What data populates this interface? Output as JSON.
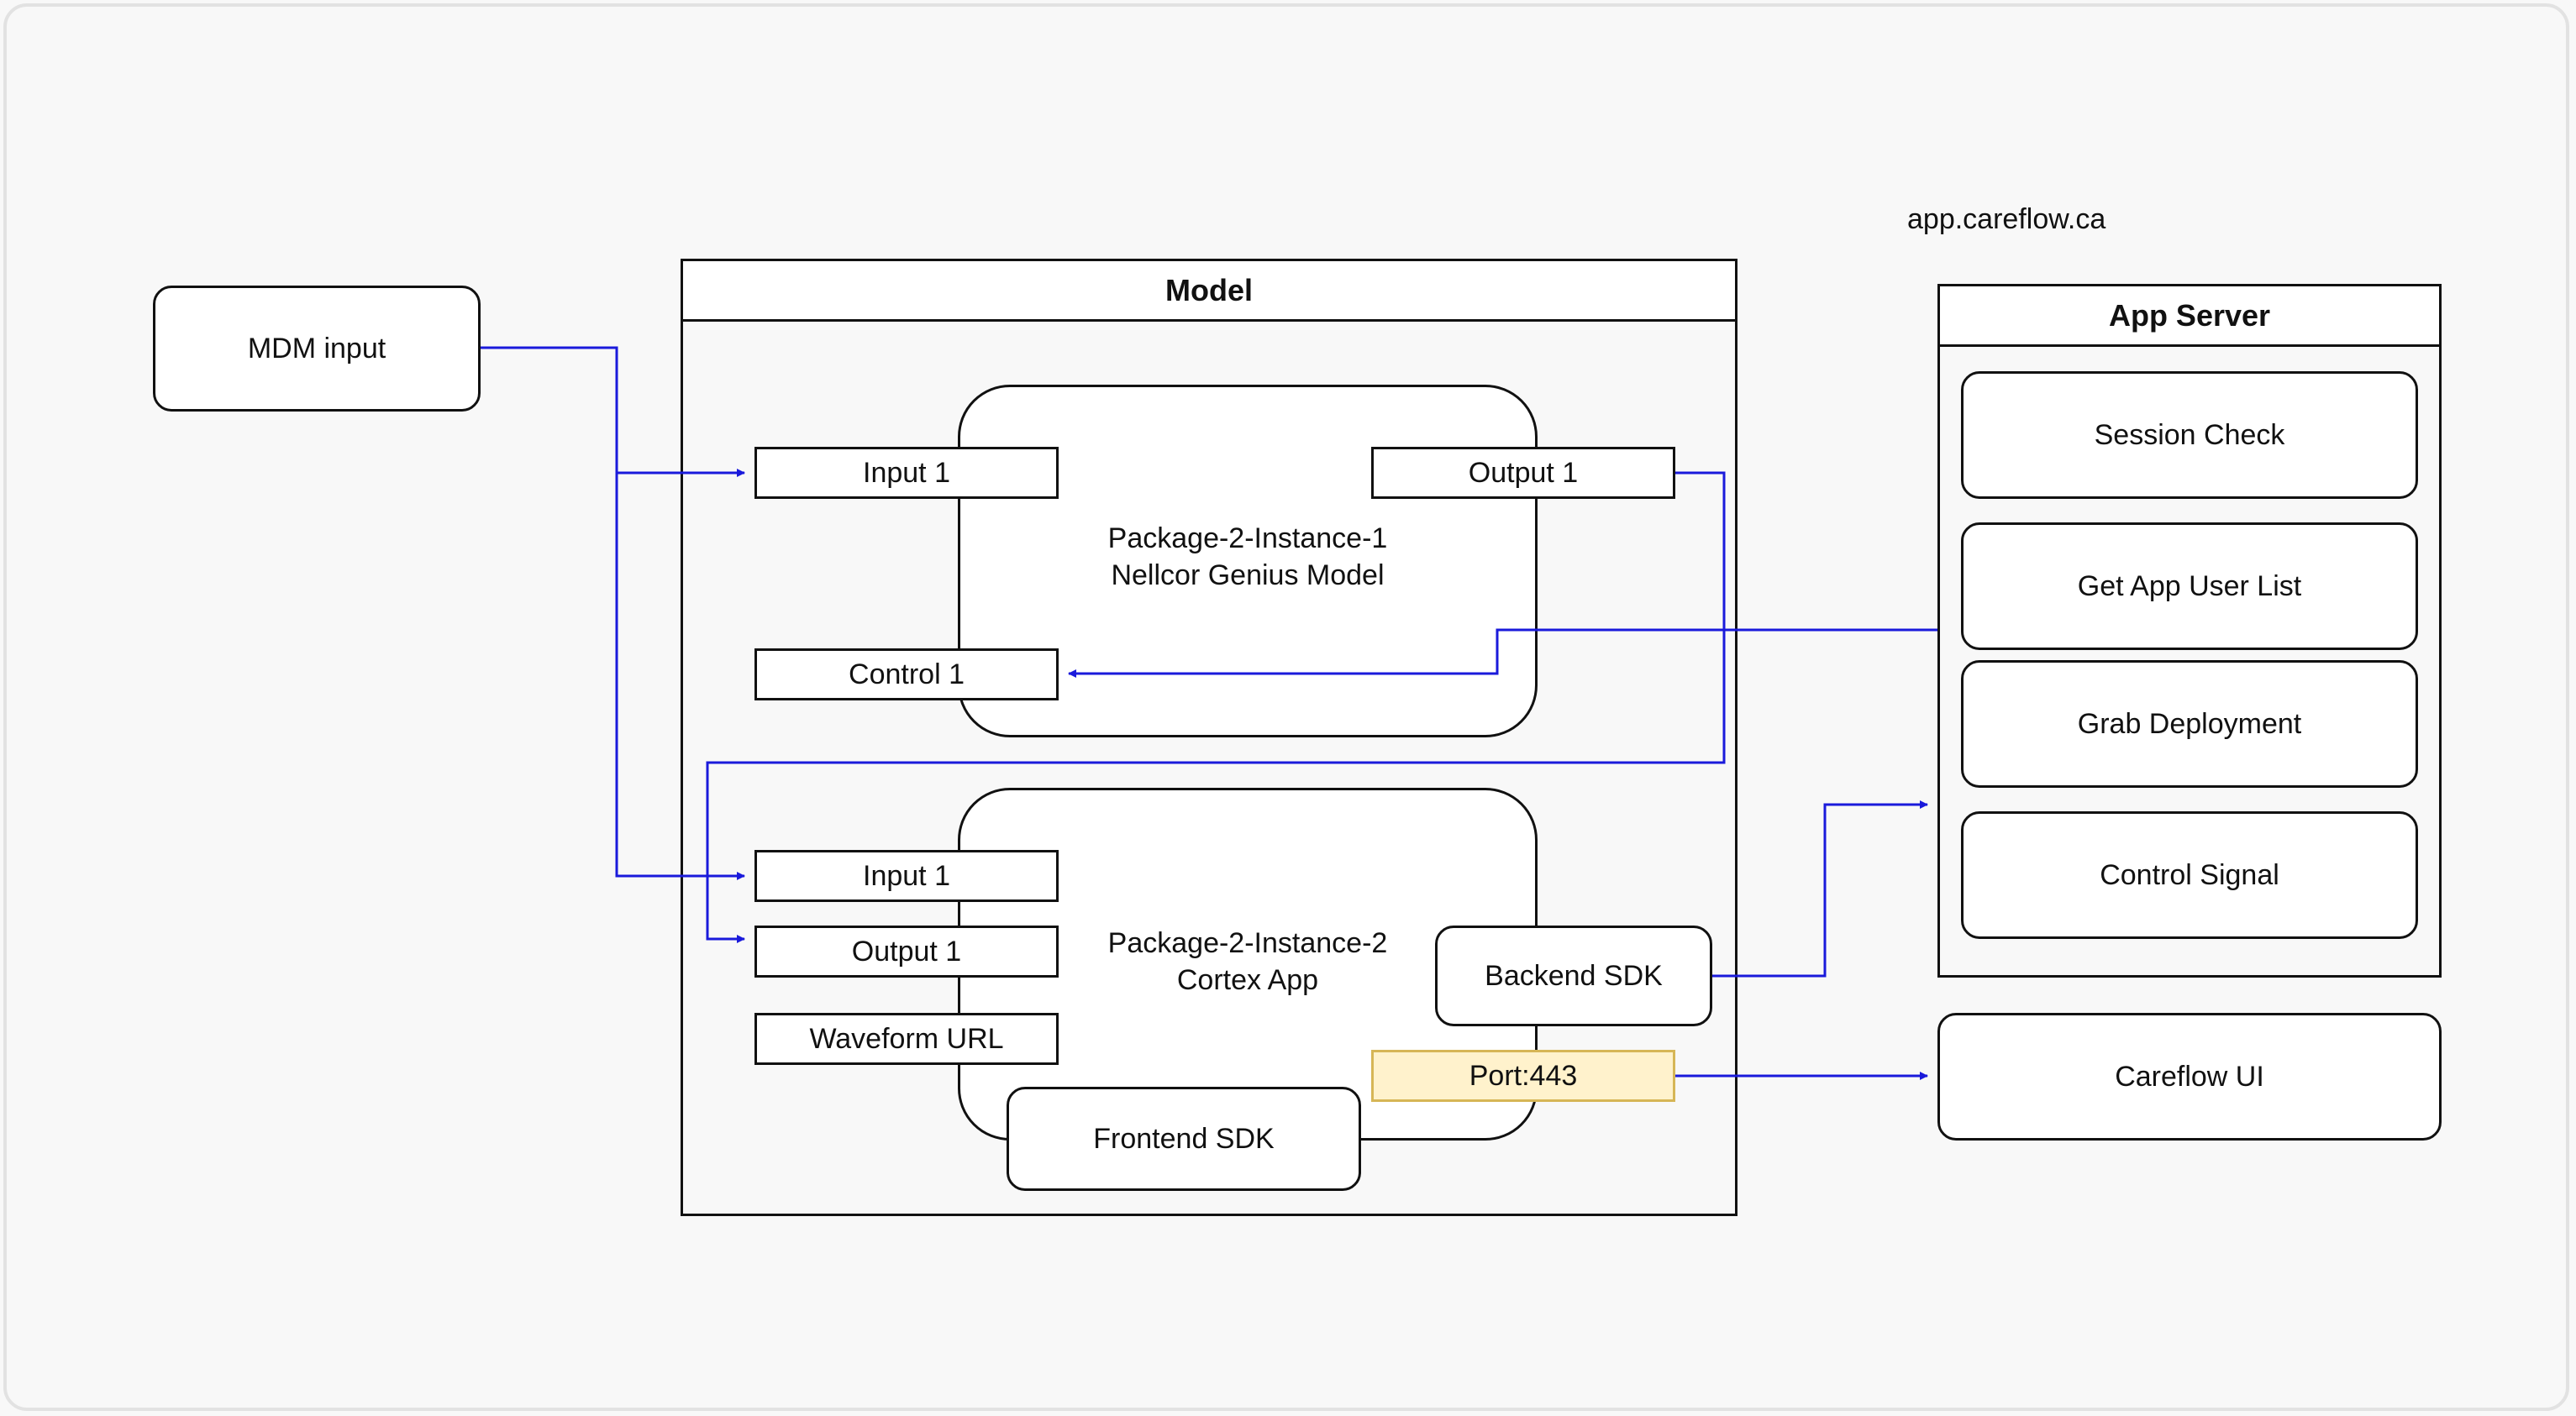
{
  "diagram": {
    "domain_label": "app.careflow.ca",
    "mdm_input": "MDM input",
    "model": {
      "title": "Model",
      "package1": {
        "line1": "Package-2-Instance-1",
        "line2": "Nellcor Genius Model",
        "input": "Input 1",
        "output": "Output 1",
        "control": "Control 1"
      },
      "package2": {
        "line1": "Package-2-Instance-2",
        "line2": "Cortex App",
        "input": "Input 1",
        "output": "Output 1",
        "waveform": "Waveform URL",
        "backend_sdk": "Backend SDK",
        "frontend_sdk": "Frontend SDK",
        "port": "Port:443"
      }
    },
    "app_server": {
      "title": "App Server",
      "items": [
        "Session Check",
        "Get App User List",
        "Grab Deployment",
        "Control Signal"
      ]
    },
    "careflow_ui": "Careflow UI",
    "colors": {
      "connector": "#1a1adb",
      "port_fill": "#fff2cc",
      "port_border": "#d6b656"
    }
  }
}
